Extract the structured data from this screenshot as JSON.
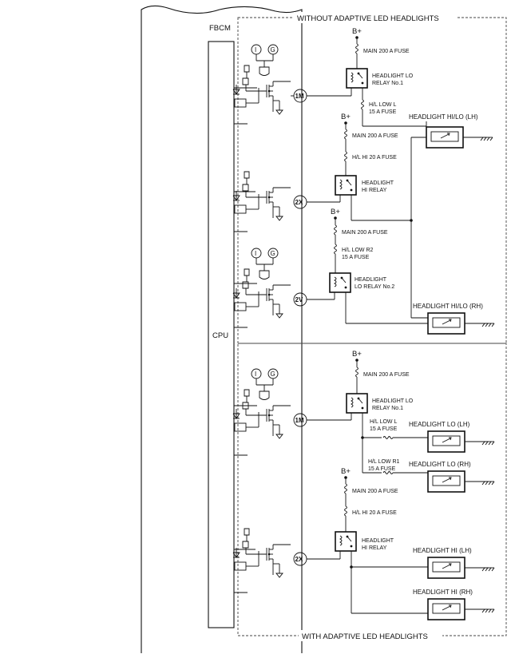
{
  "module": {
    "name": "FBCM",
    "cpu_label": "CPU"
  },
  "sections": {
    "without_adaptive": "WITHOUT ADAPTIVE LED HEADLIGHTS",
    "with_adaptive": "WITH ADAPTIVE LED HEADLIGHTS"
  },
  "supply": "B+",
  "pins": {
    "p1m": "1M",
    "p2x": "2X",
    "p2v": "2V"
  },
  "indicator_letters": {
    "i": "I",
    "g": "G"
  },
  "fuses": {
    "main": "MAIN 200 A FUSE",
    "hl_low_l_1": "H/L LOW L",
    "hl_low_l_2": "15 A FUSE",
    "hl_hi": "H/L HI 20 A FUSE",
    "hl_low_r2_1": "H/L LOW R2",
    "hl_low_r2_2": "15 A FUSE",
    "hl_low_r1_1": "H/L LOW R1",
    "hl_low_r1_2": "15 A FUSE"
  },
  "relays": {
    "lo1_a": "HEADLIGHT LO",
    "lo1_b": "RELAY No.1",
    "hi_a": "HEADLIGHT",
    "hi_b": "HI RELAY",
    "lo2_a": "HEADLIGHT",
    "lo2_b": "LO RELAY No.2"
  },
  "lamps": {
    "hilo_lh": "HEADLIGHT HI/LO (LH)",
    "hilo_rh": "HEADLIGHT HI/LO (RH)",
    "lo_lh": "HEADLIGHT LO (LH)",
    "lo_rh": "HEADLIGHT LO (RH)",
    "hi_lh": "HEADLIGHT HI (LH)",
    "hi_rh": "HEADLIGHT HI (RH)"
  },
  "icons": {
    "fuse": "fuse-icon",
    "relay": "relay-coil-icon",
    "lamp": "led-lamp-icon",
    "ground": "ground-icon",
    "transistor": "mosfet-icon",
    "diode": "diode-icon"
  }
}
